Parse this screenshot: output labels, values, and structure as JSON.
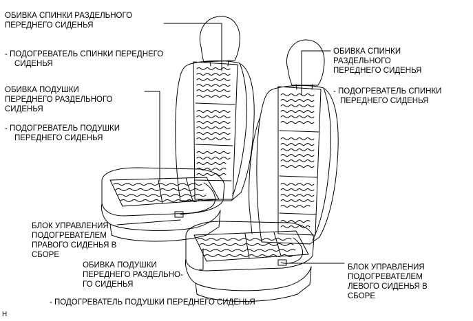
{
  "labels": {
    "right_back_cover": [
      "ОБИВКА СПИНКИ РАЗДЕЛЬНОГО",
      "ПЕРЕДНЕГО СИДЕНЬЯ"
    ],
    "right_back_heater": [
      "- ПОДОГРЕВАТЕЛЬ СПИНКИ ПЕРЕДНЕГО",
      "СИДЕНЬЯ"
    ],
    "right_cushion_cover": [
      "ОБИВКА ПОДУШКИ",
      "ПЕРЕДНЕГО РАЗДЕЛЬНОГО",
      "СИДЕНЬЯ"
    ],
    "right_cushion_heater": [
      "- ПОДОГРЕВАТЕЛЬ ПОДУШКИ",
      "ПЕРЕДНЕГО СИДЕНЬЯ"
    ],
    "right_control_unit": [
      "БЛОК УПРАВЛЕНИЯ",
      "ПОДОГРЕВАТЕЛЕМ",
      "ПРАВОГО СИДЕНЬЯ В",
      "СБОРЕ"
    ],
    "left_back_cover": [
      "ОБИВКА СПИНКИ",
      "РАЗДЕЛЬНОГО",
      "ПЕРЕДНЕГО СИДЕНЬЯ"
    ],
    "left_back_heater": [
      "- ПОДОГРЕВАТЕЛЬ СПИНКИ",
      "ПЕРЕДНЕГО СИДЕНЬЯ"
    ],
    "left_cushion_cover": [
      "ОБИВКА ПОДУШКИ",
      "ПЕРЕДНЕГО РАЗДЕЛЬНО-",
      "ГО СИДЕНЬЯ"
    ],
    "left_cushion_heater": [
      "- ПОДОГРЕВАТЕЛЬ ПОДУШКИ ПЕРЕДНЕГО СИДЕНЬЯ"
    ],
    "left_control_unit": [
      "БЛОК УПРАВЛЕНИЯ",
      "ПОДОГРЕВАТЕЛЕМ",
      "ЛЕВОГО СИДЕНЬЯ В",
      "СБОРЕ"
    ],
    "figure_code": "H"
  },
  "colors": {
    "line": "#000000",
    "background": "#ffffff"
  }
}
